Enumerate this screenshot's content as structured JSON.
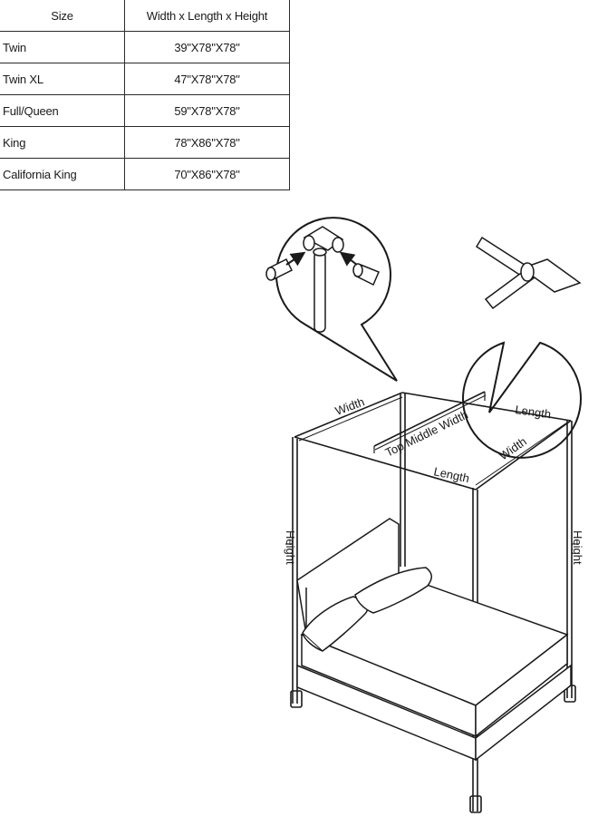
{
  "table": {
    "headers": {
      "size": "Size",
      "dimensions": "Width x Length x Height"
    },
    "rows": [
      {
        "size": "Twin",
        "dimensions": "39\"X78\"X78\""
      },
      {
        "size": "Twin XL",
        "dimensions": "47\"X78\"X78\""
      },
      {
        "size": "Full/Queen",
        "dimensions": "59\"X78\"X78\""
      },
      {
        "size": "King",
        "dimensions": "78\"X86\"X78\""
      },
      {
        "size": "California King",
        "dimensions": "70\"X86\"X78\""
      }
    ]
  },
  "diagram": {
    "labels": {
      "width_back": "Width",
      "length_back": "Length",
      "top_middle_width": "Top Middle Width",
      "width_front": "Width",
      "length_front": "Length",
      "height_left": "Height",
      "height_right": "Height"
    }
  }
}
